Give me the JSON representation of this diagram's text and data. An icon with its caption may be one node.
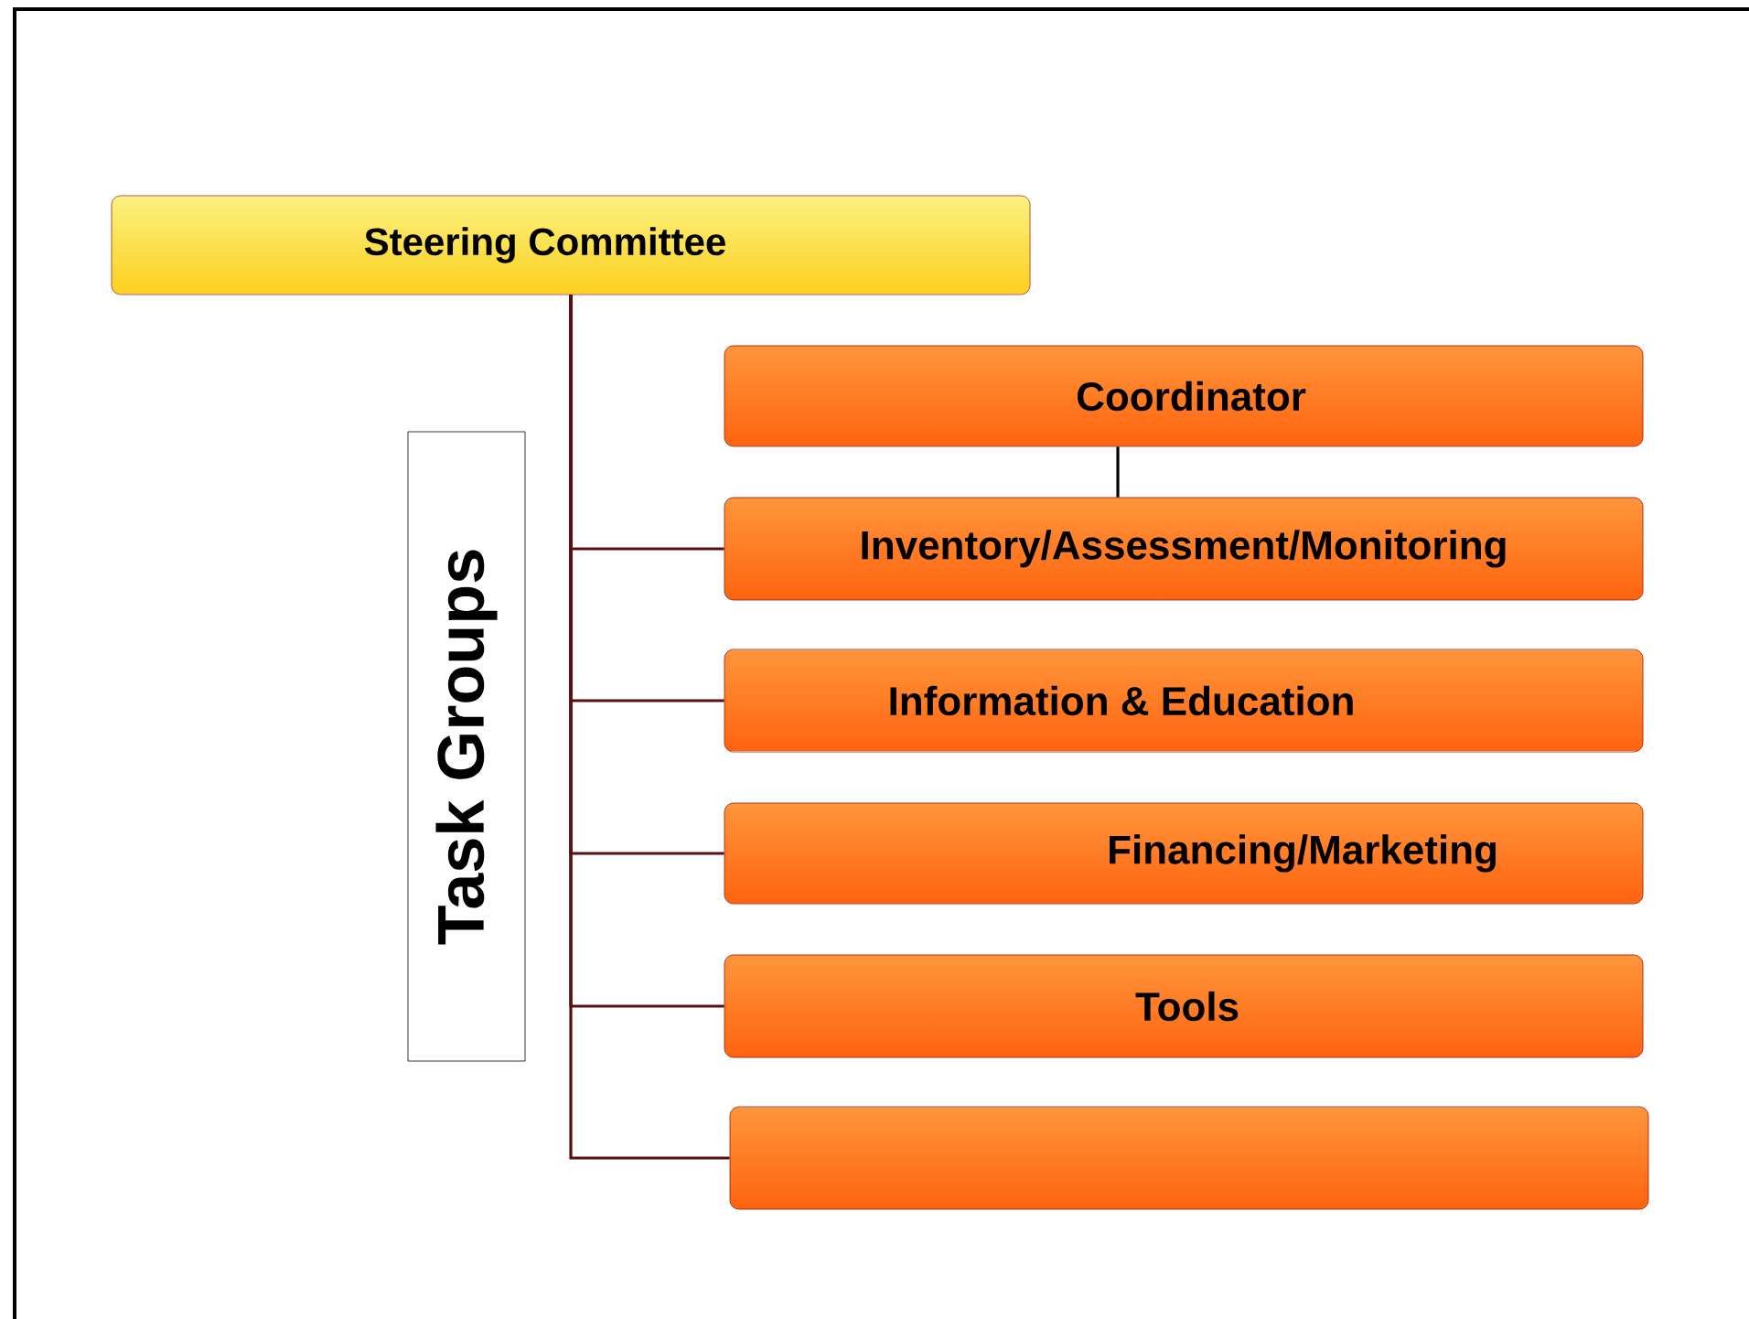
{
  "diagram": {
    "nodes": [
      {
        "text": [
          "Steering Committee"
        ]
      },
      {
        "text": [
          "Coordinator"
        ]
      },
      {
        "text": [
          "Inventory/Assessment/Monitoring"
        ]
      },
      {
        "text": [
          "Information & Education"
        ]
      },
      {
        "text": [
          "Financing/Marketing"
        ]
      },
      {
        "text": [
          "Tools"
        ]
      },
      {
        "text": [],
        "shape": "box"
      },
      {
        "text": [
          "Task Groups"
        ]
      }
    ],
    "edges": [
      {
        "from": 0,
        "to": 2,
        "arrow": "none"
      },
      {
        "from": 0,
        "to": 3,
        "arrow": "none"
      },
      {
        "from": 0,
        "to": 4,
        "arrow": "none"
      },
      {
        "from": 0,
        "to": 5,
        "arrow": "none"
      },
      {
        "from": 0,
        "to": 6,
        "arrow": "none"
      },
      {
        "from": 1,
        "to": 2,
        "arrow": "none",
        "color": "#000000"
      }
    ]
  }
}
